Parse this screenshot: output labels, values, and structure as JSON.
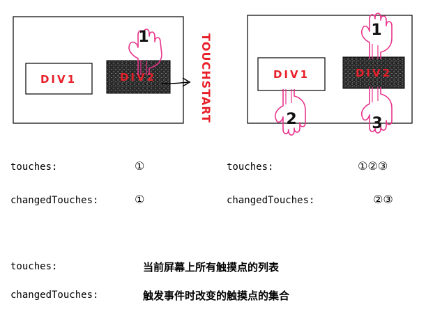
{
  "diagram": {
    "left_panel": {
      "div1": "DIV1",
      "div2": "DIV2",
      "touch_number": "1"
    },
    "event_label": "TOUCHSTART",
    "right_panel": {
      "div1": "DIV1",
      "div2": "DIV2",
      "touch_numbers": [
        "1",
        "2",
        "3"
      ]
    },
    "colors": {
      "hand": "#e8348c",
      "label_red": "#e8202a",
      "frame": "#000000"
    }
  },
  "left_lists": {
    "touches_label": "touches:",
    "touches_value": "①",
    "changed_label": "changedTouches:",
    "changed_value": "①"
  },
  "right_lists": {
    "touches_label": "touches:",
    "touches_value": "①②③",
    "changed_label": "changedTouches:",
    "changed_value": "②③"
  },
  "definitions": [
    {
      "term": "touches:",
      "desc": "当前屏幕上所有触摸点的列表"
    },
    {
      "term": "changedTouches:",
      "desc": "触发事件时改变的触摸点的集合"
    }
  ]
}
